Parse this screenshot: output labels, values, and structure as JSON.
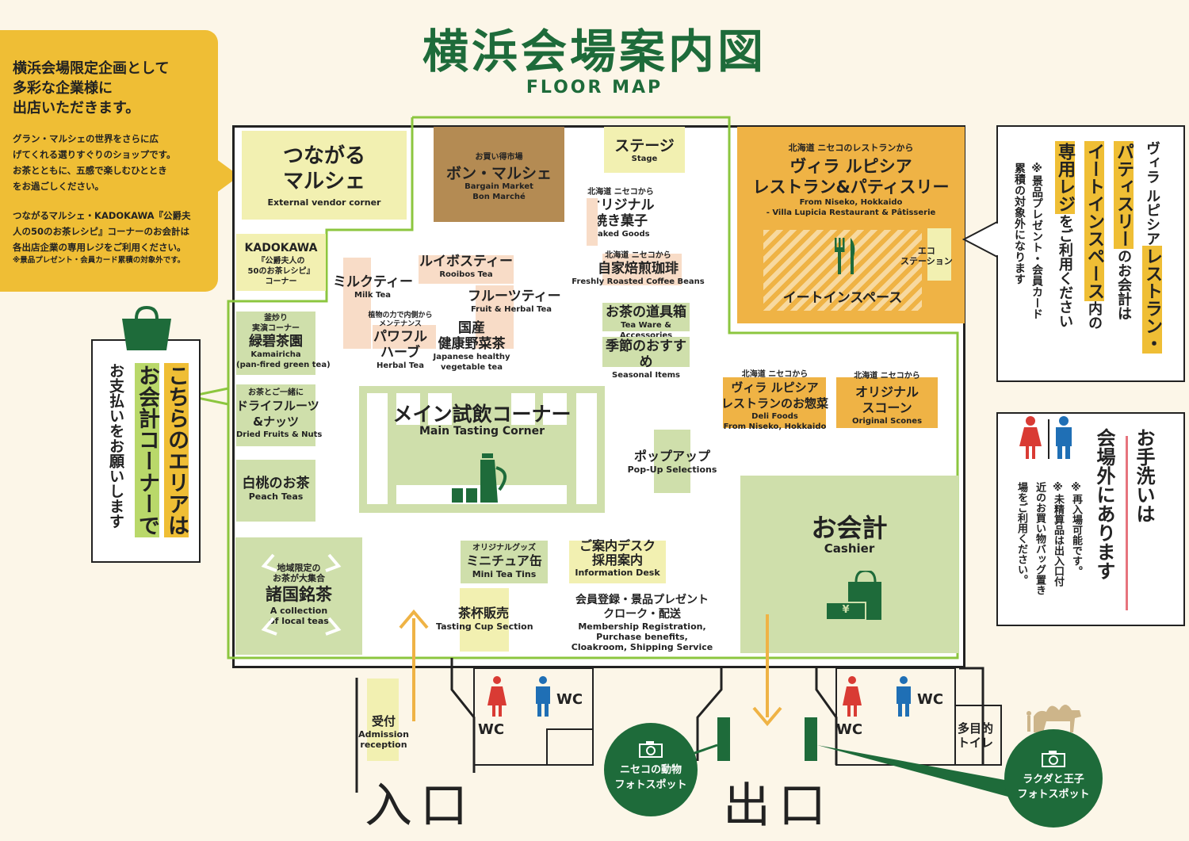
{
  "header": {
    "title": "横浜会場案内図",
    "subtitle": "FLOOR MAP"
  },
  "intro": {
    "headline": [
      "横浜会場限定企画として",
      "多彩な企業様に",
      "出店いただきます。"
    ],
    "body": [
      "グラン・マルシェの世界をさらに広",
      "げてくれる選りすぐりのショップです。",
      "お茶とともに、五感で楽しむひととき",
      "をお過ごしください。"
    ],
    "body2": [
      "つながるマルシェ・KADOKAWA『公爵夫",
      "人の50のお茶レシピ』コーナーのお会計は",
      "各出店企業の専用レジをご利用ください。"
    ],
    "footnote": "※景品プレゼント・会員カード累積の対象外です。"
  },
  "booths": {
    "tsunagaru": {
      "jp": [
        "つながる",
        "マルシェ"
      ],
      "en": "External vendor corner"
    },
    "bon": {
      "pre": "お買い得市場",
      "jp": "ボン・マルシェ",
      "en": [
        "Bargain Market",
        "Bon Marché"
      ]
    },
    "stage": {
      "jp": "ステージ",
      "en": "Stage"
    },
    "villa": {
      "pre": "北海道 ニセコのレストランから",
      "jp": [
        "ヴィラ ルピシア",
        "レストラン&パティスリー"
      ],
      "en": [
        "From Niseko, Hokkaido",
        "- Villa Lupicia Restaurant & Pâtisserie"
      ],
      "eat": "イートインスペース",
      "eco": [
        "エコ",
        "ステーション"
      ]
    },
    "kadokawa": {
      "jp": "KADOKAWA",
      "sub": [
        "『公爵夫人の",
        "50のお茶レシピ』",
        "コーナー"
      ]
    },
    "baked": {
      "pre": "北海道 ニセコから",
      "jp": [
        "オリジナル",
        "焼き菓子"
      ],
      "en": "Baked Goods"
    },
    "coffee": {
      "pre": "北海道 ニセコから",
      "jp": "自家焙煎珈琲",
      "en": "Freshly Roasted Coffee Beans"
    },
    "rooibos": {
      "jp": "ルイボスティー",
      "en": "Rooibos Tea"
    },
    "milk": {
      "jp": "ミルクティー",
      "en": "Milk Tea"
    },
    "fruit": {
      "jp": "フルーツティー",
      "en": "Fruit & Herbal Tea"
    },
    "teaware": {
      "jp": "お茶の道具箱",
      "en": "Tea Ware & Accessories"
    },
    "herb": {
      "pre": [
        "植物の力で内側から",
        "メンテナンス"
      ],
      "jp": [
        "パワフル",
        "ハーブ"
      ],
      "en": "Herbal Tea"
    },
    "kokusan": {
      "jp": [
        "国産",
        "健康野菜茶"
      ],
      "en": [
        "Japanese healthy",
        "vegetable tea"
      ]
    },
    "seasonal": {
      "jp": "季節のおすすめ",
      "en": "Seasonal Items"
    },
    "kamairi": {
      "pre": [
        "釜炒り",
        "実演コーナー"
      ],
      "jp": "緑碧茶園",
      "en": [
        "Kamairicha",
        "(pan-fired green tea)"
      ]
    },
    "deli": {
      "pre": "北海道 ニセコから",
      "jp": [
        "ヴィラ ルピシア",
        "レストランのお惣菜"
      ],
      "en": [
        "Deli Foods",
        "From Niseko, Hokkaido"
      ]
    },
    "scones": {
      "pre": "北海道 ニセコから",
      "jp": [
        "オリジナル",
        "スコーン"
      ],
      "en": "Original Scones"
    },
    "dried": {
      "pre": "お茶とご一緒に",
      "jp": [
        "ドライフルーツ",
        "&ナッツ"
      ],
      "en": "Dried Fruits & Nuts"
    },
    "main": {
      "jp": "メイン試飲コーナー",
      "en": "Main Tasting Corner"
    },
    "popup": {
      "jp": "ポップアップ",
      "en": "Pop-Up Selections"
    },
    "peach": {
      "jp": "白桃のお茶",
      "en": "Peach Teas"
    },
    "cashier": {
      "jp": "お会計",
      "en": "Cashier",
      "yen": "¥"
    },
    "local": {
      "pre": [
        "地域限定の",
        "お茶が大集合"
      ],
      "jp": "諸国銘茶",
      "en": [
        "A collection",
        "of local teas"
      ]
    },
    "mini": {
      "pre": "オリジナルグッズ",
      "jp": "ミニチュア缶",
      "en": "Mini Tea Tins"
    },
    "info": {
      "jp": [
        "ご案内デスク",
        "採用案内"
      ],
      "en": "Information Desk"
    },
    "member": {
      "jp": [
        "会員登録・景品プレゼント",
        "クローク・配送"
      ],
      "en": [
        "Membership Registration,",
        "Purchase benefits,",
        "Cloakroom, Shipping Service"
      ]
    },
    "cup": {
      "jp": "茶杯販売",
      "en": "Tasting Cup Section"
    },
    "reception": {
      "jp": "受付",
      "en": [
        "Admission",
        "reception"
      ]
    }
  },
  "facilities": {
    "wc": "WC",
    "multi": [
      "多目的",
      "トイレ"
    ],
    "entrance": "入口",
    "exit": "出口",
    "photo_niseko": [
      "ニセコの動物",
      "フォトスポット"
    ],
    "photo_camel": [
      "ラクダと王子",
      "フォトスポット"
    ]
  },
  "callouts": {
    "payment": {
      "pre": "こちらのエリアは",
      "mid": "お会計コーナーで",
      "post": "お支払いをお願いします"
    },
    "villa_note": {
      "l1a": "ヴィラ ルピシア",
      "l1b": "レストラン・",
      "l2a": "パティスリー",
      "l2b": "のお会計は",
      "l3a": "イートインスペース",
      "l3b": "内の",
      "l4a": "専用レジ",
      "l4b": "をご利用ください",
      "l5": "※景品プレゼント・会員カード",
      "l6": "累積の対象外になります"
    },
    "toilet_note": {
      "l1": "お手洗いは",
      "l2": "会場外にあります",
      "n1": "※再入場可能です。",
      "n2": "※未精算品は出入口付",
      "n3": "近のお買い物バッグ置き",
      "n4": "場をご利用ください。"
    }
  },
  "colors": {
    "green": "#1e6b3a",
    "light_green": "#cfdfab",
    "light_yellow": "#f2f0b1",
    "orange": "#efb345",
    "brown": "#b48b53",
    "pink": "#f8dcc7",
    "bg": "#fcf6e8"
  }
}
